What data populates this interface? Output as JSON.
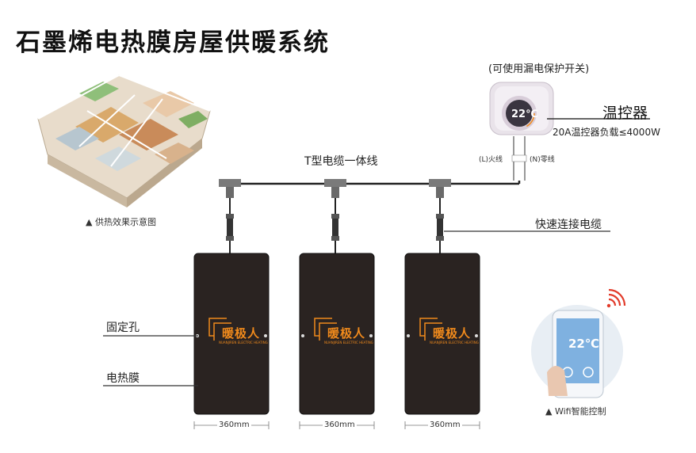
{
  "title": "石墨烯电热膜房屋供暖系统",
  "house_caption": "▲ 供热效果示意图",
  "thermostat": {
    "note": "(可使用漏电保护开关)",
    "label": "温控器",
    "load": "20A温控器负载≤4000W",
    "display_temp": "22℃",
    "live_wire": "(L)火线",
    "neutral_wire": "(N)零线"
  },
  "cable_label": "T型电缆一体线",
  "quick_connect_label": "快速连接电缆",
  "fixing_hole_label": "固定孔",
  "film_label": "电热膜",
  "panels": [
    {
      "brand": "暖极人",
      "sub": "NUANJIREN ELECTRIC HEATING",
      "width": "360mm"
    },
    {
      "brand": "暖极人",
      "sub": "NUANJIREN ELECTRIC HEATING",
      "width": "360mm"
    },
    {
      "brand": "暖极人",
      "sub": "NUANJIREN ELECTRIC HEATING",
      "width": "360mm"
    }
  ],
  "wifi": {
    "caption": "▲ Wifi智能控制",
    "phone_temp": "22℃"
  },
  "colors": {
    "panel": "#2a2321",
    "brand": "#f08a1c",
    "wifi": "#e23b2a"
  }
}
